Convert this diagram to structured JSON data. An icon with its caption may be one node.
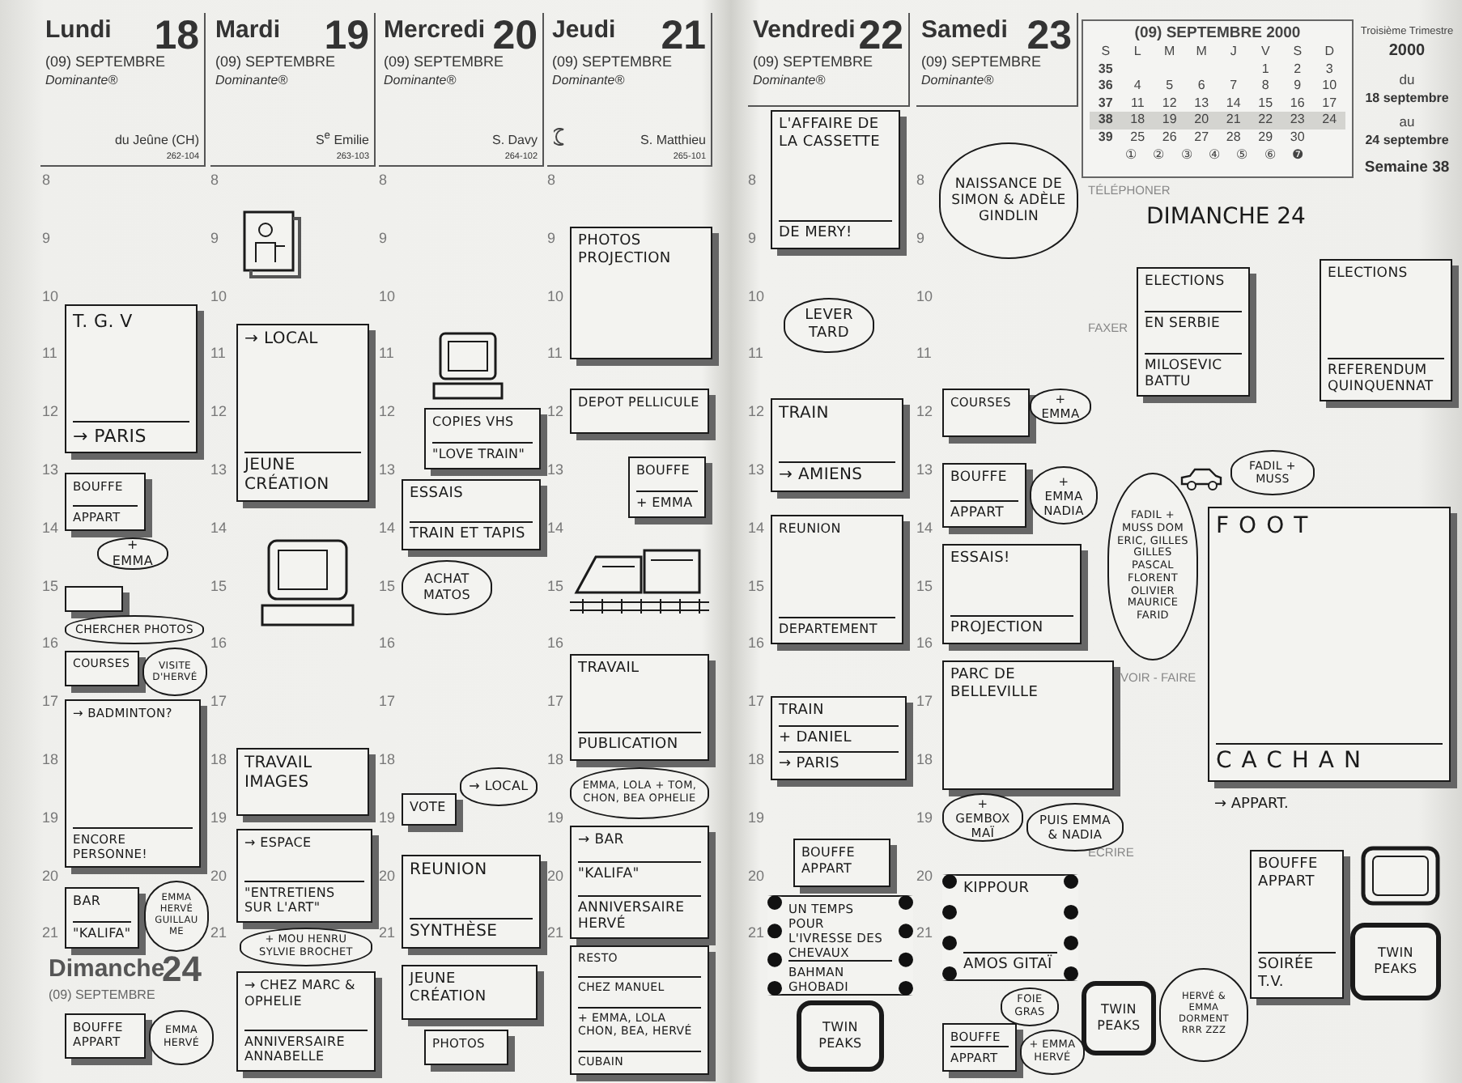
{
  "diagram": {
    "nodes": [
      {
        "text": [
          "Lundi",
          "18",
          "(09) SEPTEMBRE",
          "Dominante®",
          "du Jeûne (CH)",
          "262-104"
        ]
      },
      {
        "text": [
          "Mardi",
          "19",
          "(09) SEPTEMBRE",
          "Dominante®",
          "S$^{e}$ Emilie",
          "263-103"
        ]
      },
      {
        "text": [
          "Mercredi",
          "20",
          "(09) SEPTEMBRE",
          "Dominante®",
          "S. Davy",
          "264-102"
        ]
      },
      {
        "text": [
          "Jeudi",
          "21",
          "(09) SEPTEMBRE",
          "Dominante®",
          "S. Matthieu",
          "265-101"
        ]
      },
      {
        "text": [
          "Vendredi",
          "22",
          "(09) SEPTEMBRE",
          "Dominante®"
        ]
      },
      {
        "text": [
          "Samedi",
          "23",
          "(09) SEPTEMBRE",
          "Dominante®"
        ]
      },
      {
        "text": [
          "(09) SEPTEMBRE 2000",
          "S L M M J V S D",
          "35 1 2 3",
          "36 4 5 6 7 8 9 10",
          "37 11 12 13 14 15 16 17",
          "38 18 19 20 21 22 23 24",
          "39 25 26 27 28 29 30",
          "① ② ③ ④ ⑤ ⑥ ❼"
        ]
      },
      {
        "text": [
          "T. G. V",
          "→ PARIS"
        ]
      },
      {
        "text": [
          "BOUFFE",
          "APPART"
        ]
      },
      {
        "text": [
          "+ EMMA"
        ]
      },
      {
        "text": [],
        "shape": "box"
      },
      {
        "text": [
          "CHERCHER PHOTOS"
        ]
      },
      {
        "text": [
          "COURSES"
        ]
      },
      {
        "text": [
          "VISITE D'HERVÉ"
        ]
      },
      {
        "text": [
          "→ BADMINTON?",
          "ENCORE PERSONNE!"
        ]
      },
      {
        "text": [
          "BAR",
          "\"KALIFA\""
        ]
      },
      {
        "text": [
          "EMMA HERVÉ GUILLAUME"
        ]
      },
      {
        "text": [
          "BOUFFE APPART"
        ]
      },
      {
        "text": [
          "EMMA HERVÉ"
        ]
      },
      {
        "text": [
          "→ LOCAL",
          "JEUNE CRÉATION"
        ]
      },
      {
        "text": [
          "TRAVAIL IMAGES"
        ]
      },
      {
        "text": [
          "→ ESPACE",
          "\"ENTRETIENS SUR L'ART\""
        ]
      },
      {
        "text": [
          "+ MOU HENRU SYLVIE BROCHET"
        ]
      },
      {
        "text": [
          "→ CHEZ MARC & OPHELIE",
          "ANNIVERSAIRE ANNABELLE"
        ]
      },
      {
        "text": [
          "COPIES VHS",
          "\"LOVE TRAIN\""
        ]
      },
      {
        "text": [
          "ESSAIS",
          "TRAIN ET TAPIS"
        ]
      },
      {
        "text": [
          "ACHAT MATOS"
        ]
      },
      {
        "text": [
          "VOTE"
        ]
      },
      {
        "text": [
          "→ LOCAL"
        ]
      },
      {
        "text": [
          "REUNION",
          "SYNTHÈSE"
        ]
      },
      {
        "text": [
          "JEUNE CRÉATION"
        ]
      },
      {
        "text": [
          "PHOTOS"
        ]
      },
      {
        "text": [
          "PHOTOS PROJECTION"
        ]
      },
      {
        "text": [
          "DEPOT PELLICULE"
        ]
      },
      {
        "text": [
          "BOUFFE",
          "+ EMMA"
        ]
      },
      {
        "text": [
          "TRAVAIL",
          "PUBLICATION"
        ]
      },
      {
        "text": [
          "EMMA, LOLA + TOM, CHON, BEA OPHELIE"
        ]
      },
      {
        "text": [
          "→ BAR",
          "\"KALIFA\"",
          "ANNIVERSAIRE HERVÉ"
        ]
      },
      {
        "text": [
          "RESTO",
          "CHEZ MANUEL",
          "+ EMMA, LOLA CHON, BEA, HERVÉ",
          "CUBAIN"
        ]
      },
      {
        "text": [
          "L'AFFAIRE DE LA CASSETTE",
          "DE MERY!"
        ]
      },
      {
        "text": [
          "LEVER TARD"
        ]
      },
      {
        "text": [
          "TRAIN",
          "→ AMIENS"
        ]
      },
      {
        "text": [
          "REUNION",
          "DEPARTEMENT"
        ]
      },
      {
        "text": [
          "TRAIN",
          "+ DANIEL",
          "→ PARIS"
        ]
      },
      {
        "text": [
          "BOUFFE APPART"
        ]
      },
      {
        "text": [
          "UN TEMPS POUR L'IVRESSE DES CHEVAUX",
          "BAHMAN GHOBADI"
        ]
      },
      {
        "text": [
          "TWIN PEAKS"
        ]
      },
      {
        "text": [
          "NAISSANCE DE SIMON & ADÈLE GINDLIN"
        ]
      },
      {
        "text": [
          "COURSES"
        ]
      },
      {
        "text": [
          "+ EMMA"
        ]
      },
      {
        "text": [
          "BOUFFE",
          "APPART"
        ]
      },
      {
        "text": [
          "+ EMMA NADIA"
        ]
      },
      {
        "text": [
          "ESSAIS!",
          "PROJECTION"
        ]
      },
      {
        "text": [
          "PARC DE BELLEVILLE"
        ]
      },
      {
        "text": [
          "+ GEMBOX MAÏ"
        ]
      },
      {
        "text": [
          "PUIS EMMA & NADIA"
        ]
      },
      {
        "text": [
          "KIPPOUR",
          "AMOS GITAÏ"
        ]
      },
      {
        "text": [
          "FOIE GRAS"
        ]
      },
      {
        "text": [
          "BOUFFE",
          "APPART"
        ]
      },
      {
        "text": [
          "+ EMMA HERVÉ"
        ]
      },
      {
        "text": [
          "ELECTIONS",
          "EN SERBIE",
          "MILOSEVIC BATTU"
        ]
      },
      {
        "text": [
          "ELECTIONS",
          "REFERENDUM QUINQUENNAT"
        ]
      },
      {
        "text": [
          "FADIL + MUSS"
        ]
      },
      {
        "text": [
          "FADIL + MUSS DOM ERIC, GILLES GILLES PASCAL FLORENT OLIVIER MAURICE FARID"
        ]
      },
      {
        "text": [
          "FOOT",
          "CACHAN"
        ]
      },
      {
        "text": [
          "TWIN PEAKS"
        ]
      },
      {
        "text": [
          "HERVÉ & EMMA DORMENT RRR ZZZ"
        ]
      },
      {
        "text": [
          "BOUFFE APPART",
          "SOIRÉE T.V."
        ]
      },
      {
        "text": [
          "TWIN PEAKS"
        ]
      }
    ],
    "labels": [
      "8",
      "9",
      "10",
      "11",
      "12",
      "13",
      "14",
      "15",
      "16",
      "17",
      "18",
      "19",
      "20",
      "21",
      "8",
      "9",
      "10",
      "11",
      "12",
      "13",
      "14",
      "15",
      "16",
      "17",
      "18",
      "19",
      "20",
      "21",
      "8",
      "9",
      "10",
      "11",
      "12",
      "13",
      "14",
      "15",
      "16",
      "17",
      "18",
      "19",
      "20",
      "21",
      "8",
      "9",
      "10",
      "11",
      "12",
      "13",
      "14",
      "15",
      "16",
      "17",
      "18",
      "19",
      "20",
      "21",
      "8",
      "9",
      "10",
      "11",
      "12",
      "13",
      "14",
      "15",
      "16",
      "17",
      "18",
      "19",
      "20",
      "21",
      "8",
      "9",
      "10",
      "11",
      "12",
      "13",
      "14",
      "15",
      "16",
      "17",
      "18",
      "19",
      "20",
      "21",
      "Dimanche",
      "24",
      "(09) SEPTEMBRE",
      "Troisième Trimestre",
      "2000",
      "du",
      "18 septembre",
      "au",
      "24 septembre",
      "Semaine 38",
      "TÉLÉPHONER",
      "FAXER",
      "VOIR - FAIRE",
      "ÉCRIRE",
      "DIMANCHE 24",
      "→ APPART."
    ]
  }
}
